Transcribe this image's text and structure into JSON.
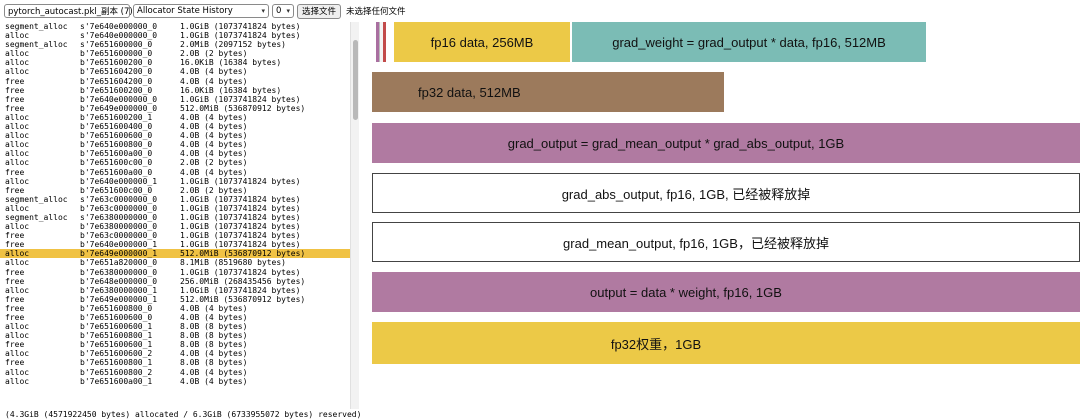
{
  "toolbar": {
    "file_select": "pytorch_autocast.pkl_副本 (7)",
    "view_select": "Allocator State History",
    "device_select": "0",
    "choose_file_button": "选择文件",
    "no_file_label": "未选择任何文件"
  },
  "trace": [
    {
      "action": "segment_alloc",
      "address": "s'7e640e000000_0",
      "size": "1.0GiB (1073741824 bytes)"
    },
    {
      "action": "alloc",
      "address": "s'7e640e000000_0",
      "size": "1.0GiB (1073741824 bytes)"
    },
    {
      "action": "segment_alloc",
      "address": "s'7e651600000_0",
      "size": "2.0MiB (2097152 bytes)"
    },
    {
      "action": "alloc",
      "address": "b'7e651600000_0",
      "size": "2.0B (2 bytes)"
    },
    {
      "action": "alloc",
      "address": "b'7e651600200_0",
      "size": "16.0KiB (16384 bytes)"
    },
    {
      "action": "alloc",
      "address": "b'7e651604200_0",
      "size": "4.0B (4 bytes)"
    },
    {
      "action": "free",
      "address": "b'7e651604200_0",
      "size": "4.0B (4 bytes)"
    },
    {
      "action": "free",
      "address": "b'7e651600200_0",
      "size": "16.0KiB (16384 bytes)"
    },
    {
      "action": "free",
      "address": "b'7e640e000000_0",
      "size": "1.0GiB (1073741824 bytes)"
    },
    {
      "action": "free",
      "address": "b'7e649e000000_0",
      "size": "512.0MiB (536870912 bytes)"
    },
    {
      "action": "alloc",
      "address": "b'7e651600200_1",
      "size": "4.0B (4 bytes)"
    },
    {
      "action": "alloc",
      "address": "b'7e651600400_0",
      "size": "4.0B (4 bytes)"
    },
    {
      "action": "alloc",
      "address": "b'7e651600600_0",
      "size": "4.0B (4 bytes)"
    },
    {
      "action": "alloc",
      "address": "b'7e651600800_0",
      "size": "4.0B (4 bytes)"
    },
    {
      "action": "alloc",
      "address": "b'7e651600a00_0",
      "size": "4.0B (4 bytes)"
    },
    {
      "action": "alloc",
      "address": "b'7e651600c00_0",
      "size": "2.0B (2 bytes)"
    },
    {
      "action": "free",
      "address": "b'7e651600a00_0",
      "size": "4.0B (4 bytes)"
    },
    {
      "action": "alloc",
      "address": "b'7e640e000000_1",
      "size": "1.0GiB (1073741824 bytes)"
    },
    {
      "action": "free",
      "address": "b'7e651600c00_0",
      "size": "2.0B (2 bytes)"
    },
    {
      "action": "segment_alloc",
      "address": "s'7e63c0000000_0",
      "size": "1.0GiB (1073741824 bytes)"
    },
    {
      "action": "alloc",
      "address": "b'7e63c0000000_0",
      "size": "1.0GiB (1073741824 bytes)"
    },
    {
      "action": "segment_alloc",
      "address": "s'7e6380000000_0",
      "size": "1.0GiB (1073741824 bytes)"
    },
    {
      "action": "alloc",
      "address": "b'7e6380000000_0",
      "size": "1.0GiB (1073741824 bytes)"
    },
    {
      "action": "free",
      "address": "b'7e63c0000000_0",
      "size": "1.0GiB (1073741824 bytes)"
    },
    {
      "action": "free",
      "address": "b'7e640e000000_1",
      "size": "1.0GiB (1073741824 bytes)"
    },
    {
      "action": "alloc",
      "address": "b'7e649e000000_1",
      "size": "512.0MiB (536870912 bytes)"
    },
    {
      "action": "alloc",
      "address": "b'7e651a820000_0",
      "size": "8.1MiB (8519680 bytes)"
    },
    {
      "action": "free",
      "address": "b'7e6380000000_0",
      "size": "1.0GiB (1073741824 bytes)"
    },
    {
      "action": "free",
      "address": "b'7e648e000000_0",
      "size": "256.0MiB (268435456 bytes)"
    },
    {
      "action": "alloc",
      "address": "b'7e6380000000_1",
      "size": "1.0GiB (1073741824 bytes)"
    },
    {
      "action": "free",
      "address": "b'7e649e000000_1",
      "size": "512.0MiB (536870912 bytes)"
    },
    {
      "action": "free",
      "address": "b'7e651600800_0",
      "size": "4.0B (4 bytes)"
    },
    {
      "action": "free",
      "address": "b'7e651600600_0",
      "size": "4.0B (4 bytes)"
    },
    {
      "action": "alloc",
      "address": "b'7e651600600_1",
      "size": "8.0B (8 bytes)"
    },
    {
      "action": "alloc",
      "address": "b'7e651600800_1",
      "size": "8.0B (8 bytes)"
    },
    {
      "action": "free",
      "address": "b'7e651600600_1",
      "size": "8.0B (8 bytes)"
    },
    {
      "action": "alloc",
      "address": "b'7e651600600_2",
      "size": "4.0B (4 bytes)"
    },
    {
      "action": "free",
      "address": "b'7e651600800_1",
      "size": "8.0B (8 bytes)"
    },
    {
      "action": "alloc",
      "address": "b'7e651600800_2",
      "size": "4.0B (4 bytes)"
    },
    {
      "action": "alloc",
      "address": "b'7e651600a00_1",
      "size": "4.0B (4 bytes)"
    }
  ],
  "highlighted_row": 25,
  "status": "(4.3GiB (4571922450 bytes) allocated / 6.3GiB (6733955072 bytes) reserved)",
  "blocks": [
    {
      "label": "fp16 data, 256MB",
      "color": "#ecc947"
    },
    {
      "label": "grad_weight = grad_output * data, fp16, 512MB",
      "color": "#7bbcb5"
    },
    {
      "label": "fp32 data, 512MB",
      "color": "#9c7a5c"
    },
    {
      "label": "grad_output = grad_mean_output * grad_abs_output, 1GB",
      "color": "#b07aa1"
    },
    {
      "label": "grad_abs_output, fp16, 1GB, 已经被释放掉",
      "color": "#ffffff"
    },
    {
      "label": "grad_mean_output, fp16, 1GB，已经被释放掉",
      "color": "#ffffff"
    },
    {
      "label": "output = data * weight, fp16, 1GB",
      "color": "#b07aa1"
    },
    {
      "label": "fp32权重，1GB",
      "color": "#ecc947"
    }
  ],
  "strip_colors": [
    "#a96fa0",
    "#f3f3f3",
    "#c24a4a"
  ]
}
